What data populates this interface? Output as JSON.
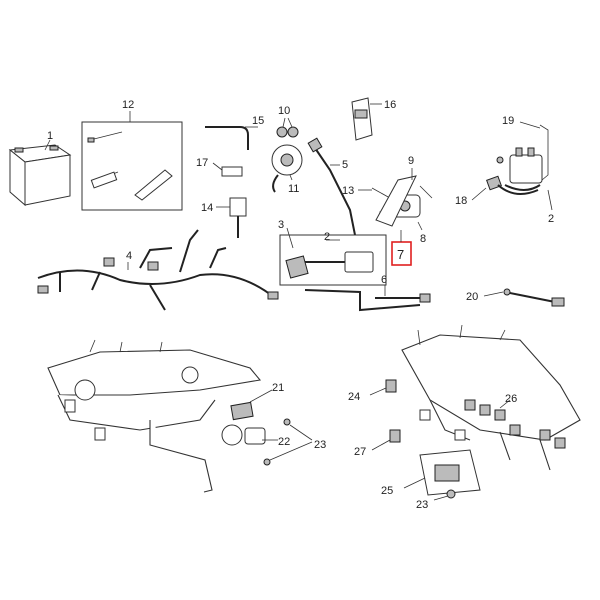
{
  "diagram": {
    "labels": {
      "p1": "1",
      "p2a": "2",
      "p2b": "2",
      "p3": "3",
      "p4": "4",
      "p5": "5",
      "p6": "6",
      "p7": "7",
      "p8": "8",
      "p9": "9",
      "p10": "10",
      "p11": "11",
      "p12": "12",
      "p13": "13",
      "p14": "14",
      "p15": "15",
      "p16": "16",
      "p17": "17",
      "p18": "18",
      "p19": "19",
      "p20": "20",
      "p21": "21",
      "p22": "22",
      "p23a": "23",
      "p23b": "23",
      "p24": "24",
      "p25": "25",
      "p26": "26",
      "p27": "27"
    },
    "highlight_color": "#e02020"
  }
}
